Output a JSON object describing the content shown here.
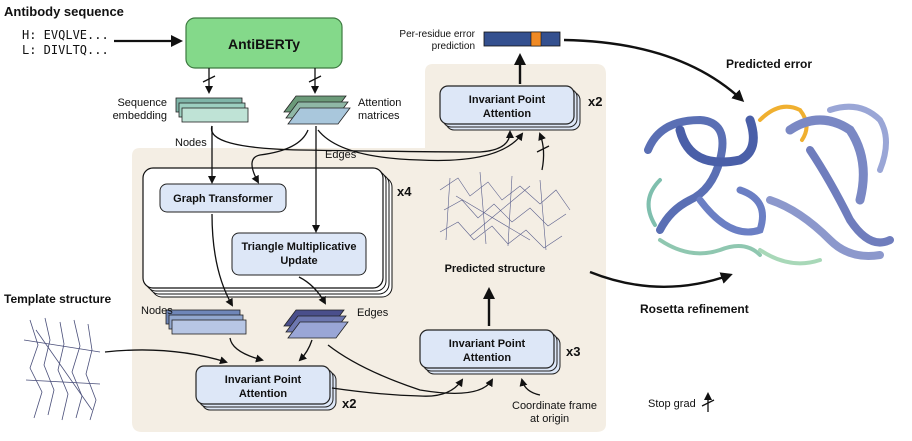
{
  "antibody": {
    "title": "Antibody sequence",
    "heavy": "H: EVQLVE...",
    "light": "L: DIVLTQ..."
  },
  "antiberty": {
    "label": "AntiBERTy"
  },
  "seq_embedding": {
    "line1": "Sequence",
    "line2": "embedding"
  },
  "attention_matrices": {
    "line1": "Attention",
    "line2": "matrices"
  },
  "nodes_label": "Nodes",
  "edges_label": "Edges",
  "graph_transformer": {
    "label": "Graph Transformer"
  },
  "triangle_update": {
    "line1": "Triangle Multiplicative",
    "line2": "Update"
  },
  "x4": "x4",
  "ipa_top": {
    "line1": "Invariant Point",
    "line2": "Attention",
    "mult": "x2"
  },
  "ipa_mid": {
    "line1": "Invariant Point",
    "line2": "Attention",
    "mult": "x3"
  },
  "ipa_bottom": {
    "line1": "Invariant Point",
    "line2": "Attention",
    "mult": "x2"
  },
  "per_residue": {
    "line1": "Per-residue error",
    "line2": "prediction"
  },
  "predicted_error": "Predicted error",
  "predicted_structure": "Predicted structure",
  "rosetta": "Rosetta refinement",
  "template_structure": "Template structure",
  "coordinate_frame": {
    "line1": "Coordinate frame",
    "line2": "at origin"
  },
  "stop_grad": "Stop grad",
  "colors": {
    "antiberty_green": "#84d98a",
    "ipa_blue": "#dde7f7",
    "panel_beige": "#f4eee4",
    "error_bar_blue": "#34508f",
    "error_bar_orange": "#f08a24"
  }
}
